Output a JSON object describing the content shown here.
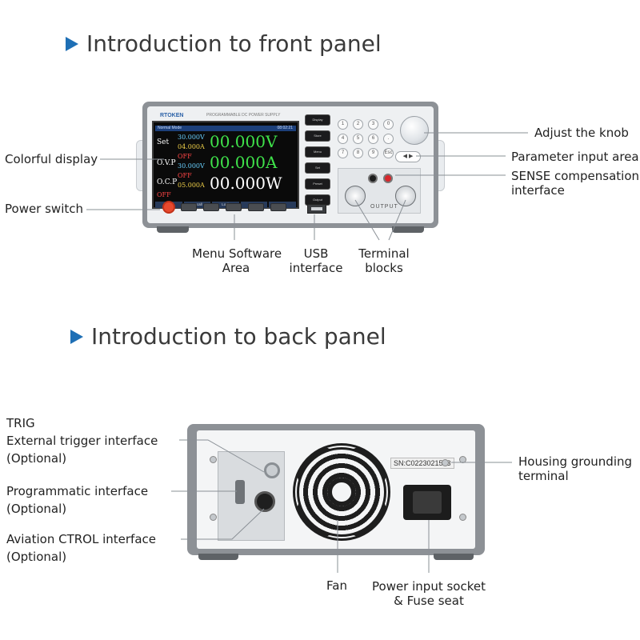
{
  "front": {
    "section_title": "Introduction to front panel",
    "brand": "RTOKEN",
    "model_text": "PROGRAMMABLE DC POWER SUPPLY",
    "screen": {
      "topbar_left": "Normal Mode",
      "topbar_right": "08:02:21",
      "row_labels": [
        "Set",
        "O.V.P",
        "O.C.P"
      ],
      "set_voltage": "30.000V",
      "set_current": "04.000A",
      "ovp_state": "OFF",
      "ovp_value": "30.000V",
      "ocp_state": "OFF",
      "ocp_value": "05.000A",
      "output_state": "OFF",
      "voltage_readout": "00.000V",
      "current_readout": "00.000A",
      "power_readout": "00.000W",
      "softkeys": [
        "Store",
        "Recall",
        "Lock",
        "Set",
        "Set"
      ]
    },
    "menu_buttons": [
      "Display",
      "Store",
      "Menu",
      "Set",
      "Preset",
      "Output"
    ],
    "keypad": [
      "1",
      "2",
      "3",
      "0",
      "4",
      "5",
      "6",
      ".",
      "7",
      "8",
      "9",
      "Esc"
    ],
    "output_label": "OUTPUT",
    "callouts": {
      "colorful_display": "Colorful display",
      "power_switch": "Power switch",
      "menu_software_line1": "Menu Software",
      "menu_software_line2": "Area",
      "usb_line1": "USB",
      "usb_line2": "interface",
      "terminal_line1": "Terminal",
      "terminal_line2": "blocks",
      "adjust_knob": "Adjust the knob",
      "parameter_input": "Parameter input area",
      "sense_line1": "SENSE compensation",
      "sense_line2": "interface"
    }
  },
  "back": {
    "section_title": "Introduction to back panel",
    "serial_label": "SN:C0223021503",
    "callouts": {
      "trig_line1": "TRIG",
      "trig_line2": "External trigger interface",
      "trig_line3": "(Optional)",
      "prog_line1": "Programmatic interface",
      "prog_line2": "(Optional)",
      "aviation_line1": "Aviation CTROL interface",
      "aviation_line2": "(Optional)",
      "fan": "Fan",
      "power_socket_line1": "Power input socket",
      "power_socket_line2": "& Fuse seat",
      "grounding_line1": "Housing grounding",
      "grounding_line2": "terminal"
    }
  },
  "colors": {
    "accent_triangle": "#1e6fb5",
    "power_button": "#e8492e",
    "readout_green": "#3fe24a",
    "readout_white": "#ffffff"
  }
}
